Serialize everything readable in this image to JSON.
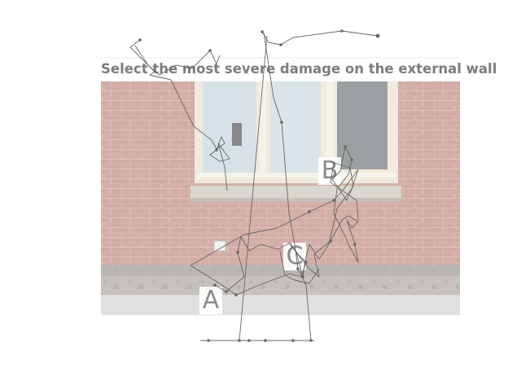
{
  "question": {
    "text": "Select the most severe damage on the external wall"
  },
  "image": {
    "subject": "brick-wall-with-windows",
    "brick_color": "#c89c92",
    "foundation_color": "#b7b2ad"
  },
  "choices": [
    {
      "id": "A",
      "label": "A"
    },
    {
      "id": "B",
      "label": "B"
    },
    {
      "id": "C",
      "label": "C"
    }
  ],
  "overlay": {
    "trace_color": "#666666"
  }
}
